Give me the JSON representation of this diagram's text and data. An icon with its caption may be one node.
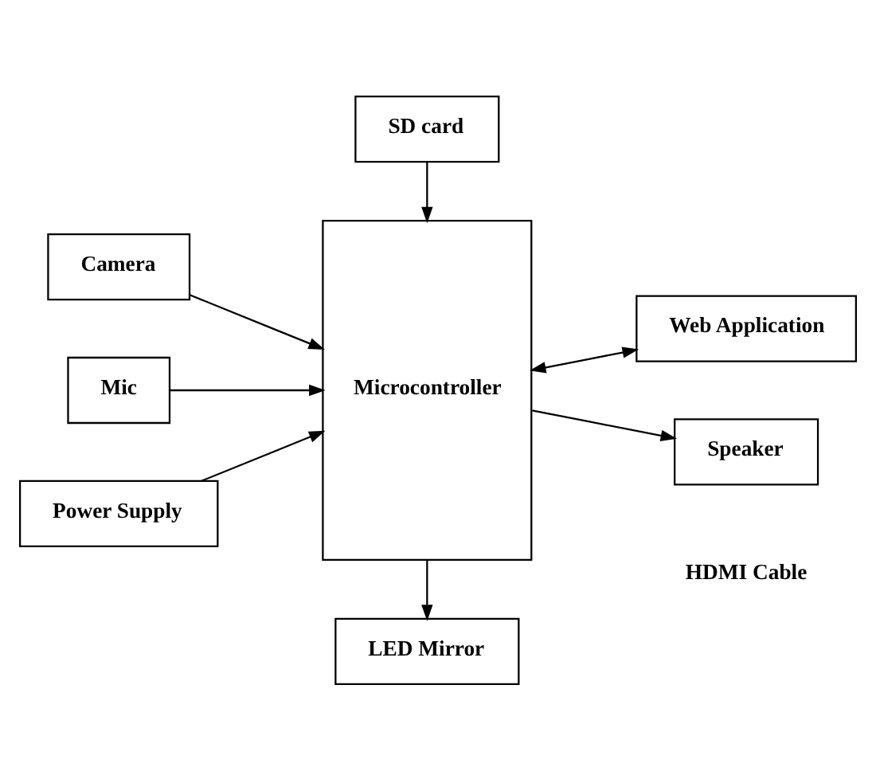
{
  "diagram": {
    "nodes": [
      {
        "text": [
          "SD card"
        ]
      },
      {
        "text": [
          "Camera"
        ]
      },
      {
        "text": [
          "Mic"
        ]
      },
      {
        "text": [
          "Power Supply"
        ]
      },
      {
        "text": [
          "Microcontroller"
        ]
      },
      {
        "text": [
          "Web Application"
        ]
      },
      {
        "text": [
          "Speaker"
        ]
      },
      {
        "text": [
          "LED Mirror"
        ]
      }
    ],
    "edges": [
      {
        "from": 0,
        "to": 4,
        "arrow": "to"
      },
      {
        "from": 1,
        "to": 4,
        "arrow": "to"
      },
      {
        "from": 4,
        "to": 5,
        "arrow": "both"
      },
      {
        "from": 2,
        "to": 4,
        "arrow": "to"
      },
      {
        "from": 4,
        "to": 6,
        "arrow": "to"
      },
      {
        "from": 3,
        "to": 4,
        "arrow": "to"
      },
      {
        "from": 4,
        "to": 7,
        "arrow": "to"
      }
    ],
    "labels": [
      "HDMI Cable"
    ]
  }
}
